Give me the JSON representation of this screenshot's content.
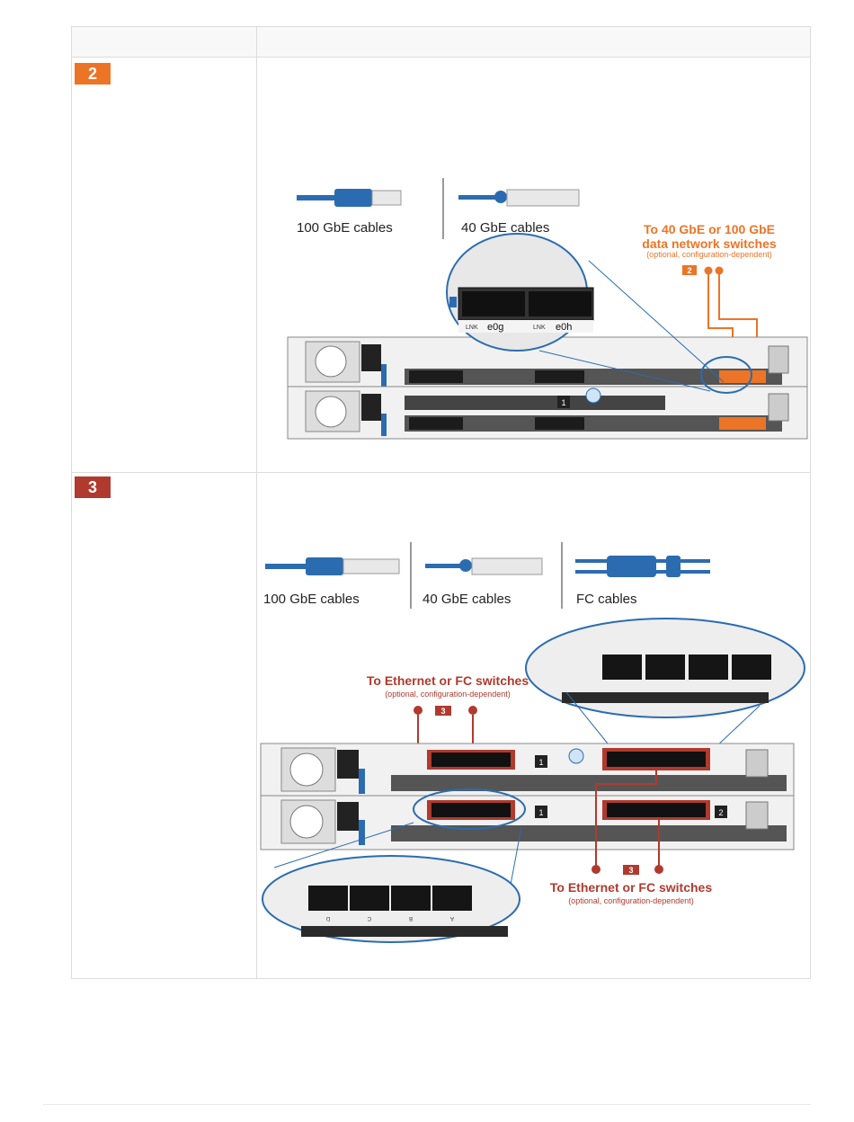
{
  "steps": [
    {
      "number": "2",
      "badge_color": "#ec7426",
      "cable_labels": [
        "100 GbE cables",
        "40 GbE cables"
      ],
      "callout": {
        "line1": "To 40 GbE or 100 GbE",
        "line2": "data network switches",
        "line3": "(optional, configuration-dependent)",
        "marker": "2"
      },
      "port_labels": {
        "lnk1": "LNK",
        "port1": "e0g",
        "lnk2": "LNK",
        "port2": "e0h"
      },
      "node_number": "1"
    },
    {
      "number": "3",
      "badge_color": "#b03a2e",
      "cable_labels": [
        "100 GbE cables",
        "40 GbE cables",
        "FC cables"
      ],
      "callout_top": {
        "line1": "To Ethernet or FC switches",
        "line2": "(optional, configuration-dependent)",
        "marker": "3"
      },
      "callout_bottom": {
        "line1": "To Ethernet or FC switches",
        "line2": "(optional, configuration-dependent)",
        "marker": "3"
      },
      "node_numbers": [
        "1",
        "2",
        "1"
      ],
      "zoom_port_letters": [
        "D",
        "C",
        "B",
        "A"
      ]
    }
  ],
  "colors": {
    "orange": "#ec7426",
    "red": "#b03a2e",
    "blue": "#2b6cb0"
  }
}
